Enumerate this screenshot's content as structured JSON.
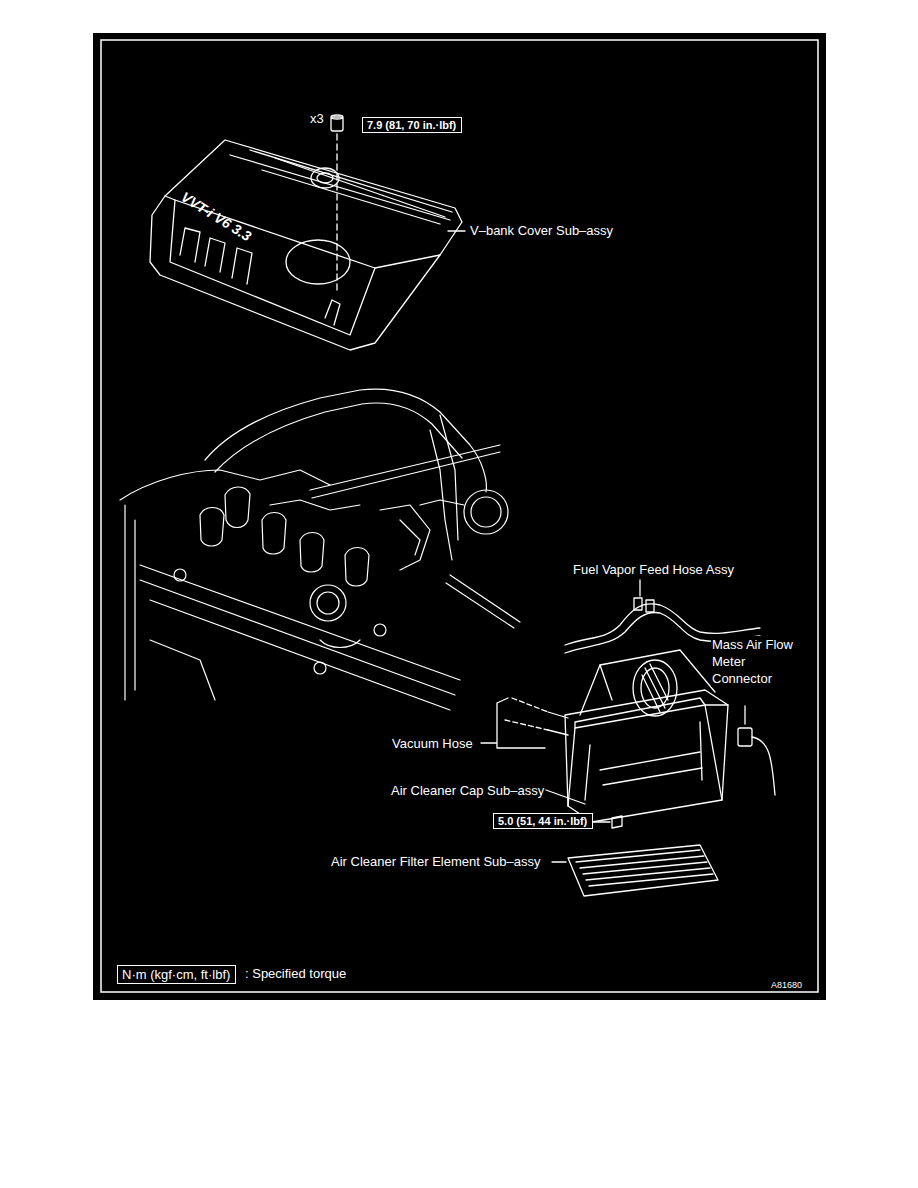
{
  "diagram": {
    "nodes": [
      {
        "text": [
          "7.9 (81, 70 in.·lbf)"
        ]
      },
      {
        "text": [
          "5.0 (51, 44 in.·lbf)"
        ]
      },
      {
        "text": [
          "N·m (kgf·cm, ft·lbf)"
        ]
      }
    ],
    "labels": [
      "x3",
      "V–bank Cover Sub–assy",
      "VVT-i V6 3.3",
      "Fuel Vapor Feed Hose Assy",
      "Mass Air Flow Meter Connector",
      "Vacuum Hose",
      "Air Cleaner Cap Sub–assy",
      "Air Cleaner Filter Element Sub–assy",
      ": Specified torque",
      "A81680"
    ]
  }
}
